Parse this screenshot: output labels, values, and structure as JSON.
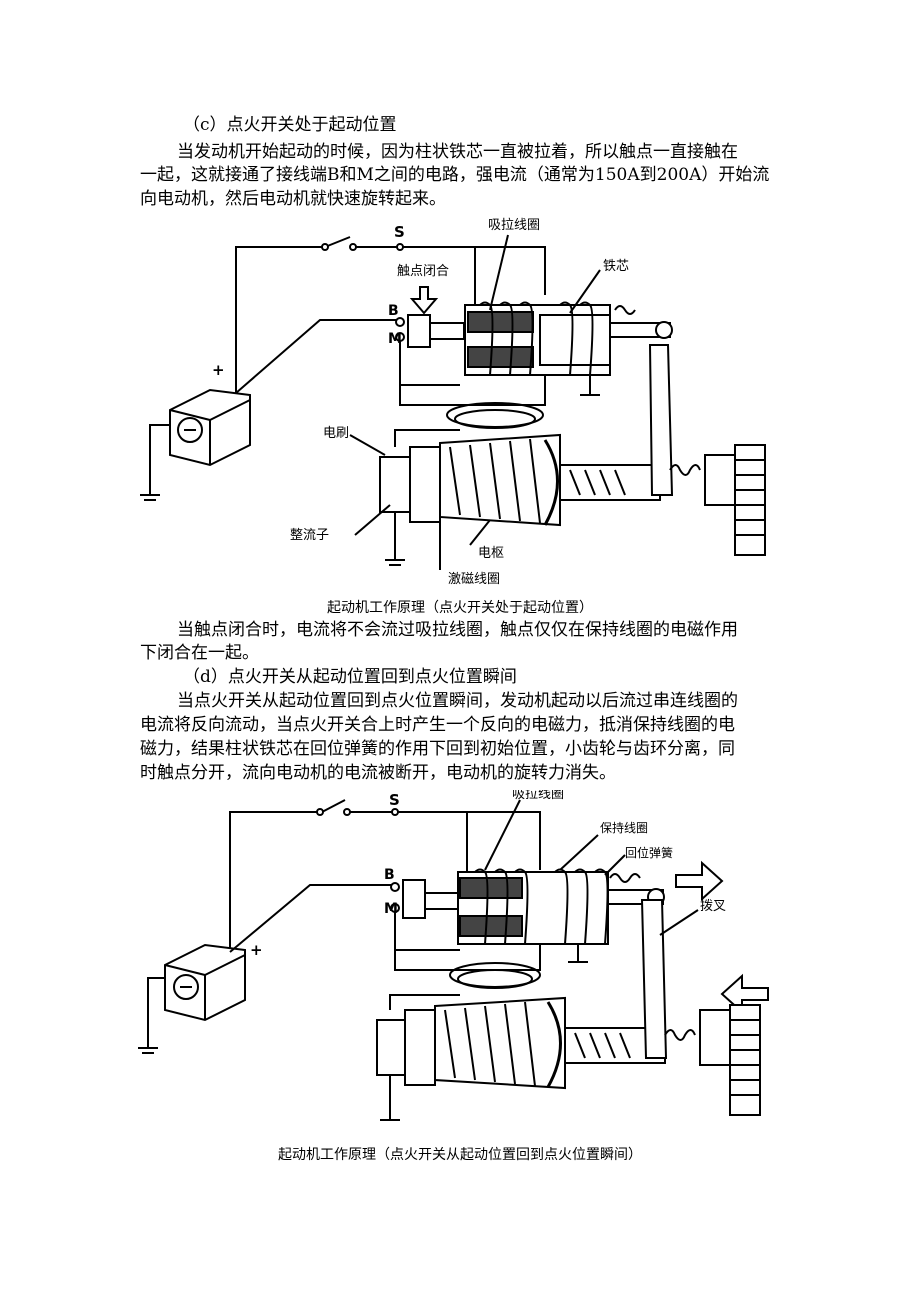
{
  "section_c": {
    "heading": "（c）点火开关处于起动位置",
    "para1": [
      "当发动机开始起动的时候，因为柱状铁芯一直被拉着，所以触点一直接触在",
      "一起，这就接通了接线端B和M之间的电路，强电流（通常为150A到200A）开始流",
      "向电动机，然后电动机就快速旋转起来。"
    ],
    "figure": {
      "caption": "起动机工作原理（点火开关处于起动位置）",
      "labels": {
        "s": "S",
        "b": "B",
        "m": "M",
        "pull_coil": "吸拉线圈",
        "contact_closed": "触点闭合",
        "core": "铁芯",
        "brush": "电刷",
        "commutator": "整流子",
        "armature": "电枢",
        "field_coil": "激磁线圈",
        "plus": "+",
        "minus": "−"
      }
    },
    "para2": [
      "当触点闭合时，电流将不会流过吸拉线圈，触点仅仅在保持线圈的电磁作用",
      "下闭合在一起。"
    ]
  },
  "section_d": {
    "heading": "（d）点火开关从起动位置回到点火位置瞬间",
    "para1": [
      "当点火开关从起动位置回到点火位置瞬间，发动机起动以后流过串连线圈的",
      "电流将反向流动，当点火开关合上时产生一个反向的电磁力，抵消保持线圈的电",
      "磁力，结果柱状铁芯在回位弹簧的作用下回到初始位置，小齿轮与齿环分离，同",
      "时触点分开，流向电动机的电流被断开，电动机的旋转力消失。"
    ],
    "figure": {
      "caption": "起动机工作原理（点火开关从起动位置回到点火位置瞬间）",
      "labels": {
        "s": "S",
        "b": "B",
        "m": "M",
        "pull_coil": "吸拉线圈",
        "hold_coil": "保持线圈",
        "return_spring": "回位弹簧",
        "fork": "拨叉",
        "plus": "+",
        "minus": "−"
      }
    }
  }
}
